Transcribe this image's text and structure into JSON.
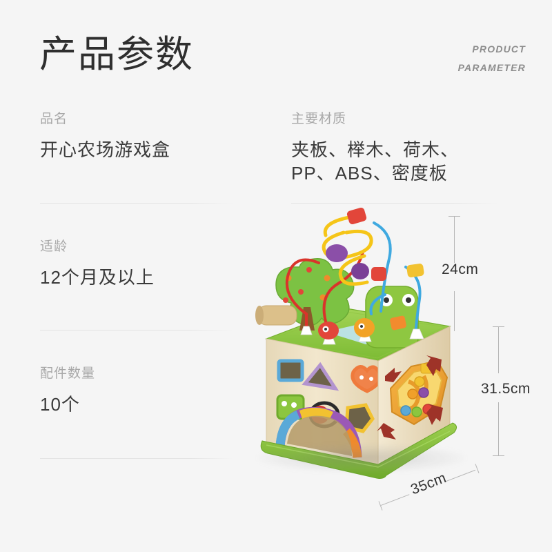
{
  "header": {
    "title": "产品参数",
    "eyebrow_line1": "PRODUCT",
    "eyebrow_line2": "PARAMETER"
  },
  "specs": [
    {
      "id": "product-name",
      "label": "品名",
      "value": "开心农场游戏盒"
    },
    {
      "id": "age-range",
      "label": "适龄",
      "value": "12个月及以上"
    },
    {
      "id": "accessory-count",
      "label": "配件数量",
      "value": "10个"
    },
    {
      "id": "main-material",
      "label": "主要材质",
      "value_line1": "夹板、榉木、荷木、",
      "value_line2": "PP、ABS、密度板"
    }
  ],
  "dimensions": {
    "height_top": "24cm",
    "height_total": "31.5cm",
    "width": "35cm"
  },
  "product": {
    "name": "wooden-activity-cube",
    "colors": {
      "top_green": "#8cc63f",
      "base_green": "#8cc63f",
      "wood_light": "#f0e3c8",
      "wood_front": "#ece0c4",
      "wood_side": "#e2d3b2",
      "pond_blue": "#bfe4f2",
      "arrow_red": "#9e3328",
      "hex_orange": "#f2a93b",
      "hex_yellow": "#f7d046",
      "wire_yellow": "#f5c518",
      "wire_blue": "#3fa9e0",
      "wire_red": "#d9342b",
      "tree_green": "#7cc243",
      "frog_green": "#8ec741"
    },
    "features": [
      "bead-maze-top",
      "wooden-mallet",
      "shape-sorter-front",
      "hexagon-honeycomb-maze-side",
      "rainbow-arch-tunnel",
      "pond-graphic"
    ]
  },
  "theme": {
    "background": "#f5f5f5",
    "title_color": "#2f2f2f",
    "label_color": "#a8a8a8",
    "value_color": "#3a3a3a",
    "divider_color": "#e4e4e4",
    "dimension_line_color": "#b6b6b6"
  }
}
